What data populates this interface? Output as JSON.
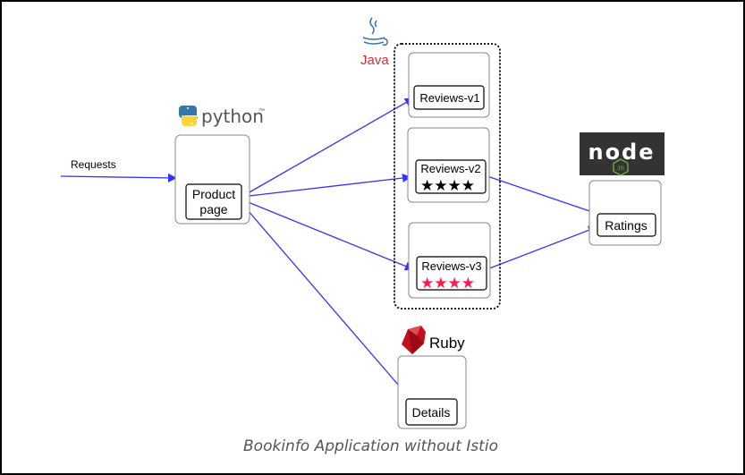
{
  "requests_label": "Requests",
  "caption": "Bookinfo Application without Istio",
  "python": {
    "wordmark": "python",
    "tm": "™"
  },
  "java": {
    "wordmark": "Java"
  },
  "ruby": {
    "wordmark": "Ruby"
  },
  "node": {
    "wordmark": "node",
    "badge": "JS"
  },
  "services": {
    "productpage": {
      "line1": "Product",
      "line2": "page"
    },
    "reviews_v1": {
      "label": "Reviews-v1"
    },
    "reviews_v2": {
      "label": "Reviews-v2",
      "stars": "★★★★",
      "star_color": "#000000"
    },
    "reviews_v3": {
      "label": "Reviews-v3",
      "stars": "★★★★",
      "star_color": "#ff1a4d"
    },
    "ratings": {
      "label": "Ratings"
    },
    "details": {
      "label": "Details"
    }
  },
  "colors": {
    "arrow": "#3333ff",
    "java_red": "#e32a2a",
    "ruby_red": "#c4101b",
    "python_blue": "#3776ab",
    "python_yellow": "#ffd43b"
  }
}
